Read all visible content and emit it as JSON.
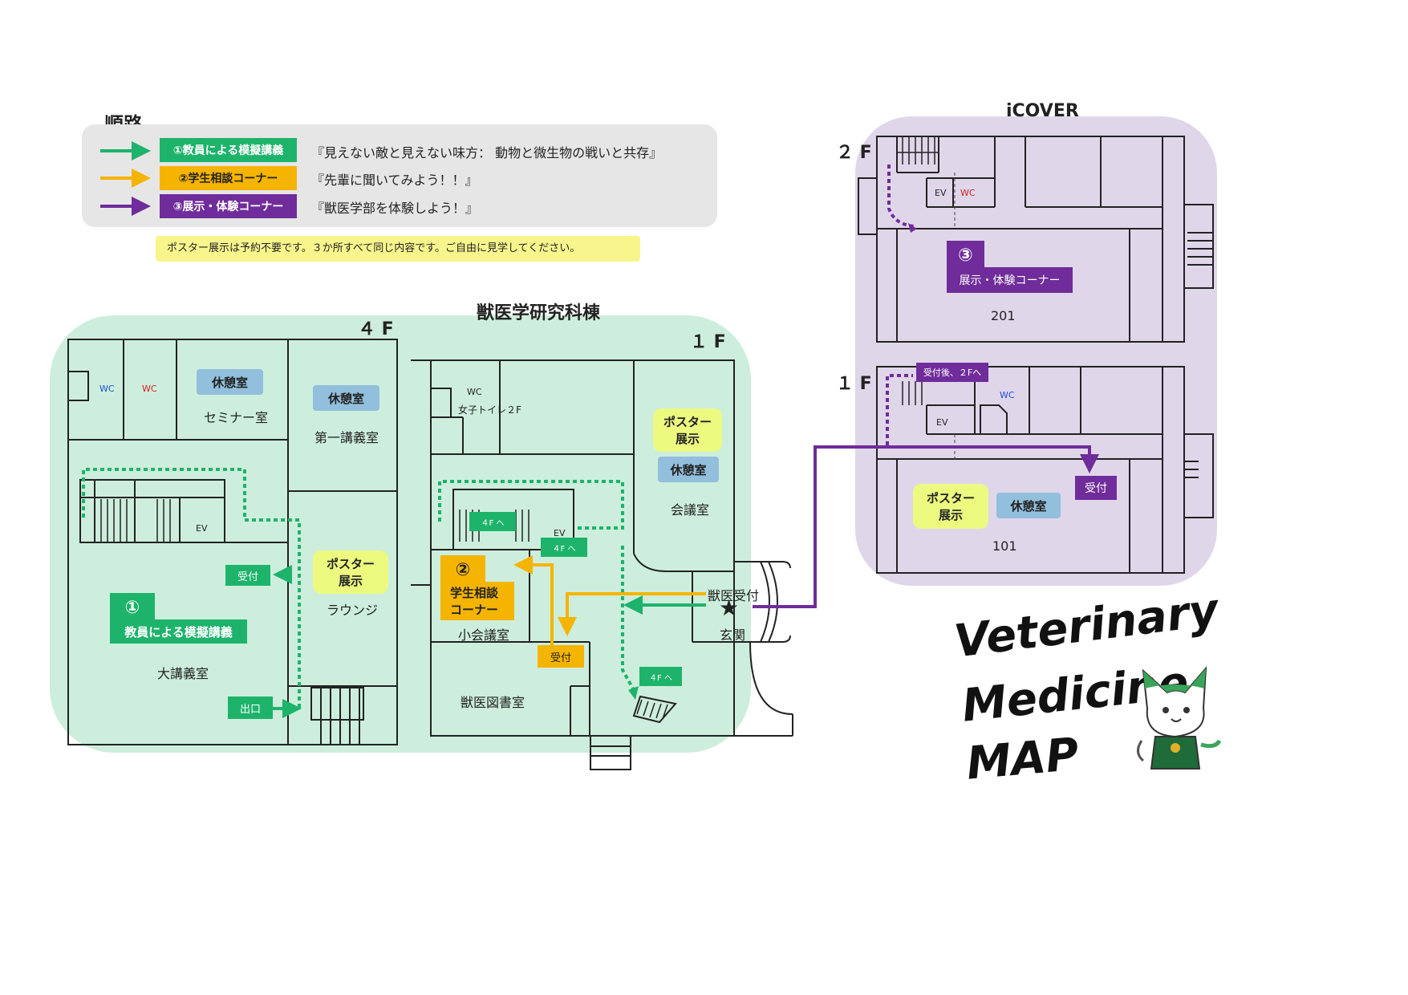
{
  "legend": {
    "title": "順路",
    "routes": [
      {
        "label": "①教員による模擬講義",
        "desc": "『見えない敵と見えない味方： 動物と微生物の戦いと共存』",
        "color": "#1db36b"
      },
      {
        "label": "②学生相談コーナー",
        "desc": "『先輩に聞いてみよう！！』",
        "color": "#f5b400"
      },
      {
        "label": "③展示・体験コーナー",
        "desc": "『獣医学部を体験しよう！』",
        "color": "#6f2c9a"
      }
    ],
    "notice": "ポスター展示は予約不要です。３か所すべて同じ内容です。ご自由に見学してください。"
  },
  "vet_building": {
    "title": "獣医学研究科棟",
    "floor_4f": "４ F",
    "floor_1f": "１ F",
    "rooms_4f": {
      "wc_men": "WC",
      "wc_women": "WC",
      "rest_room": "休憩室",
      "seminar": "セミナー室",
      "rest_room_2": "休憩室",
      "lecture_1": "第一講義室",
      "ev": "EV",
      "poster": "ポスター\n展示",
      "lounge": "ラウンジ",
      "lecture_num": "①",
      "lecture_title": "教員による模擬講義",
      "big_lecture": "大講義室",
      "reception": "受付",
      "exit": "出口"
    },
    "rooms_1f": {
      "wc": "WC",
      "women_toilet": "女子トイレ２F",
      "poster": "ポスター\n展示",
      "rest_room": "休憩室",
      "meeting": "会議室",
      "to4f_a": "４F へ",
      "to4f_b": "４F へ",
      "to4f_c": "４F へ",
      "ev": "EV",
      "consult_num": "②",
      "consult_title": "学生相談\nコーナー",
      "small_meeting": "小会議室",
      "reception": "受付",
      "library": "獣医図書室",
      "vet_reception": "獣医受付",
      "star": "★",
      "entrance": "玄関"
    }
  },
  "icover": {
    "title": "iCOVER",
    "floor_2f": "２ F",
    "floor_1f": "１ F",
    "rooms_2f": {
      "ev": "EV",
      "wc": "WC",
      "exhibit_num": "③",
      "exhibit_title": "展示・体験コーナー",
      "room": "201"
    },
    "rooms_1f": {
      "after_reception": "受付後、２Fへ",
      "wc": "WC",
      "ev": "EV",
      "reception": "受付",
      "poster": "ポスター\n展示",
      "rest_room": "休憩室",
      "room": "101"
    }
  },
  "branding": {
    "line1": "Veterinary",
    "line2": "Medicine",
    "line3": "MAP",
    "mascot": "cat-mascot-icon"
  }
}
